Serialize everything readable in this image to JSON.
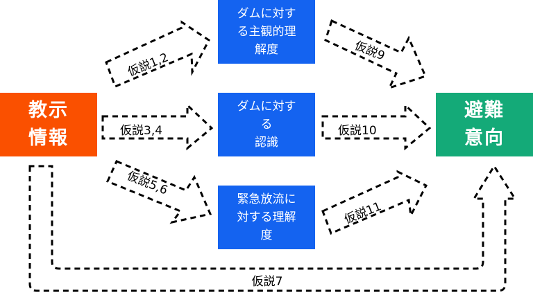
{
  "nodes": {
    "kyoji": {
      "label": "教示\n情報",
      "color": "#fa5000"
    },
    "dam_shukan": {
      "label": "ダムに対す\nる主観的理\n解度",
      "color": "#1463f0"
    },
    "dam_ninshiki": {
      "label": "ダムに対す\nる\n認識",
      "color": "#1463f0"
    },
    "kinkyu": {
      "label": "緊急放流に\n対する理解\n度",
      "color": "#1463f0"
    },
    "hinan": {
      "label": "避難\n意向",
      "color": "#14aa78"
    }
  },
  "hypotheses": {
    "h12": "仮説1,2",
    "h34": "仮説3,4",
    "h56": "仮説5,6",
    "h7": "仮説7",
    "h9": "仮説9",
    "h10": "仮説10",
    "h11": "仮説11"
  }
}
